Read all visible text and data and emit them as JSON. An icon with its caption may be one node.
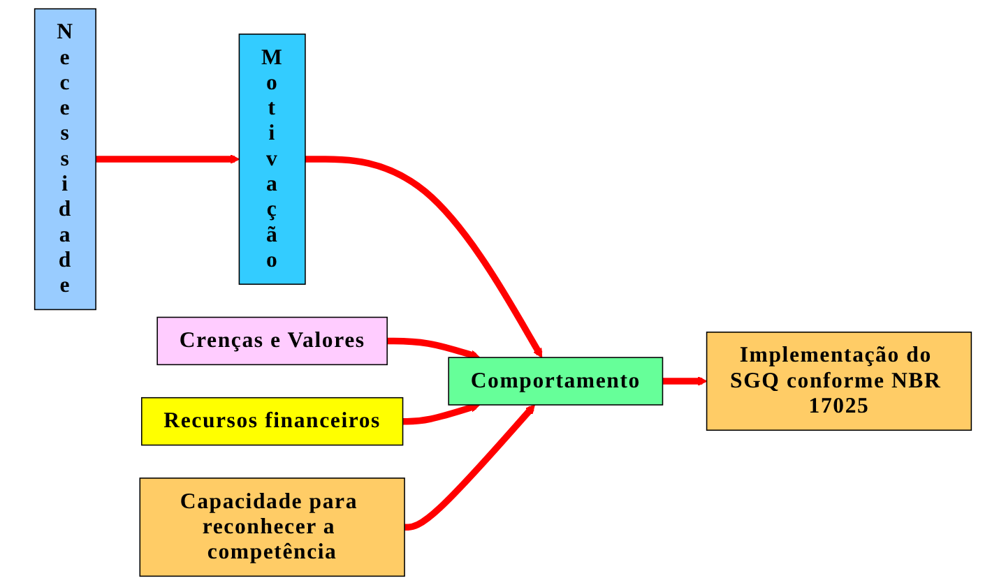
{
  "diagram": {
    "nodes": [
      {
        "text": [
          "Necessidade"
        ]
      },
      {
        "text": [
          "Motivação"
        ]
      },
      {
        "text": [
          "Crenças e Valores"
        ]
      },
      {
        "text": [
          "Recursos financeiros"
        ]
      },
      {
        "text": [
          "Comportamento"
        ]
      },
      {
        "text": [
          "Implementação do SGQ conforme NBR 17025"
        ]
      },
      {
        "text": [
          "Capacidade para reconhecer a competência"
        ]
      }
    ],
    "edges": [
      {
        "from": 0,
        "to": 1,
        "arrow": "to"
      },
      {
        "from": 1,
        "to": 4,
        "arrow": "to"
      },
      {
        "from": 2,
        "to": 4,
        "arrow": "to"
      },
      {
        "from": 3,
        "to": 4,
        "arrow": "to"
      },
      {
        "from": 6,
        "to": 4,
        "arrow": "to"
      },
      {
        "from": 4,
        "to": 5,
        "arrow": "to"
      }
    ]
  }
}
